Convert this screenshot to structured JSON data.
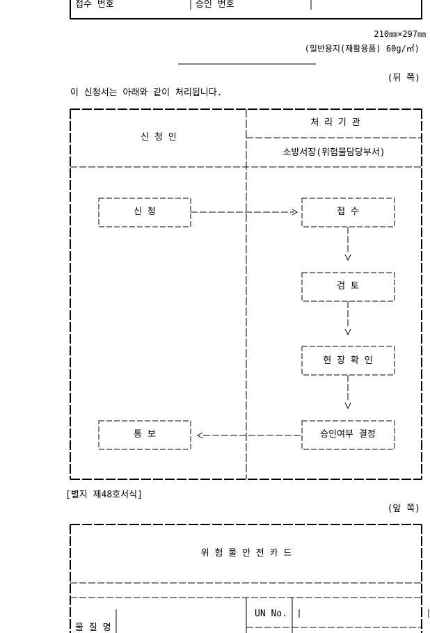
{
  "top_table": {
    "receipt_number_label": "접수  번호",
    "approval_number_label": "승인  번호"
  },
  "paper": {
    "size": "210㎜×297㎜",
    "type": "(일반용지(재활용품) 60g/㎡)"
  },
  "back_side": {
    "side_label": "(뒤  쪽)",
    "intro": "이 신청서는 아래와 같이 처리됩니다.",
    "applicant_header": "신  청  인",
    "agency_header": "처  리  기  관",
    "agency_name": "소방서장(위험물담당부서)",
    "steps": {
      "apply": "신      청",
      "receive": "접      수",
      "review": "검      토",
      "site_check": "현 장 확 인",
      "decision": "승인여부 결정",
      "notify": "통      보"
    }
  },
  "next_form": {
    "form_label": "[별지 제48호서식]",
    "side_label": "(앞  쪽)",
    "title": "위  험  물  안  전  카  드",
    "substance_name_label": "물 질 명",
    "un_no_label": "UN No."
  }
}
